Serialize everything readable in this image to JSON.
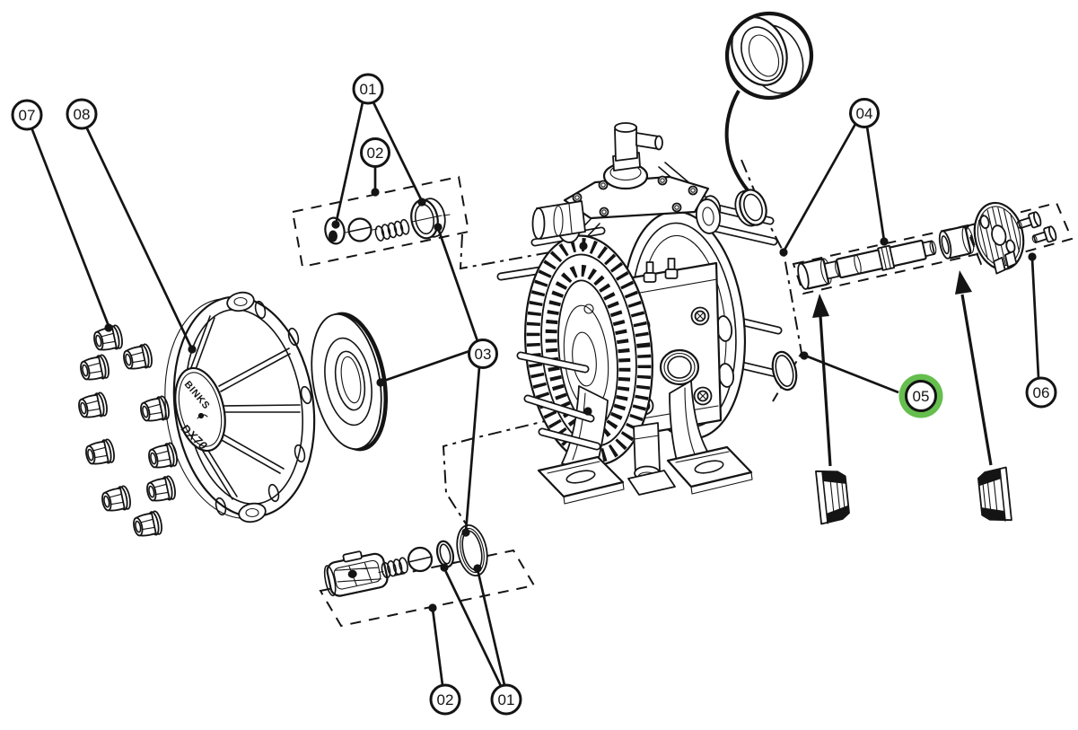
{
  "diagram": {
    "brand_logo": {
      "brand": "BINKS",
      "model": "DX70"
    },
    "colors": {
      "line": "#141414",
      "background": "#ffffff",
      "highlight": "#65be4e"
    },
    "callouts": [
      {
        "label": "07",
        "highlighted": false
      },
      {
        "label": "08",
        "highlighted": false
      },
      {
        "label": "01",
        "highlighted": false
      },
      {
        "label": "02",
        "highlighted": false
      },
      {
        "label": "03",
        "highlighted": false
      },
      {
        "label": "04",
        "highlighted": false
      },
      {
        "label": "05",
        "highlighted": true
      },
      {
        "label": "06",
        "highlighted": false
      },
      {
        "label": "02",
        "highlighted": false
      },
      {
        "label": "01",
        "highlighted": false
      }
    ]
  }
}
